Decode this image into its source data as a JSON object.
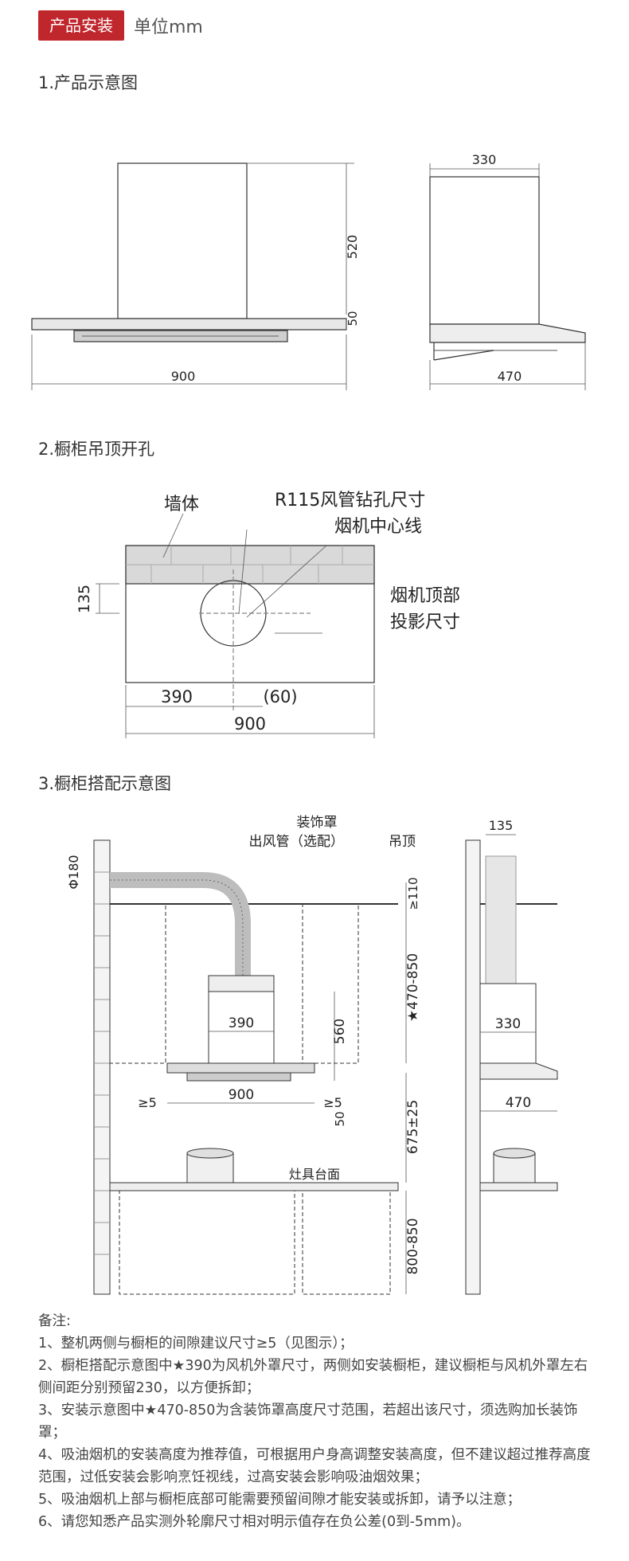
{
  "header": {
    "badge": "产品安装",
    "unit": "单位mm"
  },
  "sections": {
    "s1": "1.产品示意图",
    "s2": "2.橱柜吊顶开孔",
    "s3": "3.橱柜搭配示意图"
  },
  "fig1": {
    "dim_520": "520",
    "dim_50": "50",
    "dim_900": "900",
    "dim_330": "330",
    "dim_470": "470"
  },
  "fig2": {
    "wall": "墙体",
    "r115": "R115风管钻孔尺寸",
    "centerline": "烟机中心线",
    "proj_1": "烟机顶部",
    "proj_2": "投影尺寸",
    "dim_135": "135",
    "dim_390": "390",
    "dim_60": "(60)",
    "dim_900": "900"
  },
  "fig3": {
    "cover_1": "装饰罩",
    "cover_2": "（选配）",
    "duct": "出风管",
    "ceiling": "吊顶",
    "phi180": "Φ180",
    "ge110": "≥110",
    "range_470_850": "★470-850",
    "dim_390": "390",
    "dim_560": "560",
    "ge5_left": "≥5",
    "dim_900": "900",
    "ge5_right": "≥5",
    "dim_50": "50",
    "dim_675": "675±25",
    "stove": "灶具台面",
    "dim_800_850": "800-850",
    "side_135": "135",
    "side_330": "330",
    "side_470": "470"
  },
  "notes": [
    "备注:",
    "1、整机两侧与橱柜的间隙建议尺寸≥5（见图示）；",
    "2、橱柜搭配示意图中★390为风机外罩尺寸，两侧如安装橱柜，建议橱柜与风机外罩左右侧间距分别预留230，以方便拆卸；",
    "3、安装示意图中★470-850为含装饰罩高度尺寸范围，若超出该尺寸，须选购加长装饰罩；",
    "4、吸油烟机的安装高度为推荐值，可根据用户身高调整安装高度，但不建议超过推荐高度范围，过低安装会影响烹饪视线，过高安装会影响吸油烟效果；",
    "5、吸油烟机上部与橱柜底部可能需要预留间隙才能安装或拆卸，请予以注意；",
    "6、请您知悉产品实测外轮廓尺寸相对明示值存在负公差(0到-5mm)。"
  ]
}
